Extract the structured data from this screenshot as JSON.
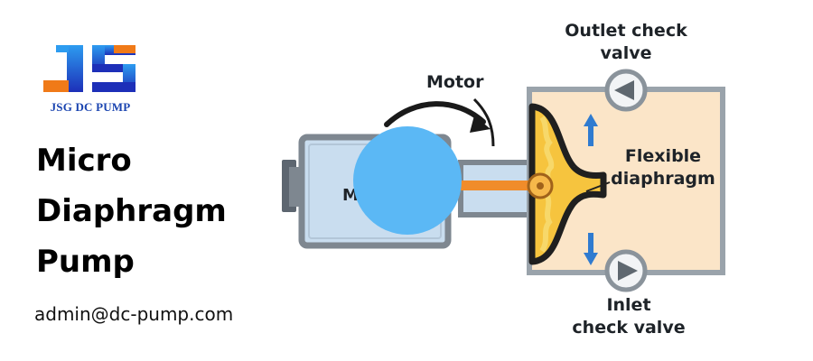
{
  "brand": {
    "logo_text": "JSG DC PUMP",
    "colors": {
      "blue_start": "#1d2fb8",
      "blue_end": "#2d9cf0",
      "orange": "#f07a18"
    }
  },
  "title_lines": [
    "Micro",
    "Diaphragm",
    "Pump"
  ],
  "contact": {
    "email": "admin@dc-pump.com"
  },
  "diagram": {
    "labels": {
      "motor": "Motor",
      "motor_body_partial": "M",
      "outlet_line1": "Outlet check",
      "outlet_line2": "valve",
      "diaphragm_line1": "Flexible",
      "diaphragm_line2": "diaphragm",
      "inlet_line1": "Inlet",
      "inlet_line2": "check valve"
    },
    "colors": {
      "motor_body": "#c9ddef",
      "pump_chamber": "#fbe5c8",
      "diaphragm": "#f6c43e",
      "rod": "#f08c2a",
      "arrow": "#2f7bd0",
      "overlay_circle": "#5bb8f5",
      "outline": "#7e8790"
    },
    "icons": [
      "rotation-arrow-icon",
      "outlet-valve-icon",
      "inlet-valve-icon",
      "flow-up-arrow-icon",
      "flow-down-arrow-icon"
    ]
  }
}
